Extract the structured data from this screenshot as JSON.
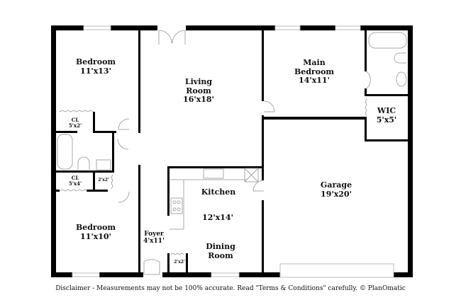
{
  "floorplan": {
    "wall_color": "#000000",
    "fixture_color": "#aaaaaa",
    "window_color": "#cccccc",
    "rooms": [
      {
        "id": "bedroom-1",
        "name": "Bedroom",
        "size": "11'x13'"
      },
      {
        "id": "living-room",
        "name": "Living Room",
        "name_lines": [
          "Living",
          "Room"
        ],
        "size": "16'x18'"
      },
      {
        "id": "main-bedroom",
        "name": "Main Bedroom",
        "name_lines": [
          "Main",
          "Bedroom"
        ],
        "size": "14'x11'"
      },
      {
        "id": "wic",
        "name": "WIC",
        "size": "5'x5'"
      },
      {
        "id": "closet-1",
        "name": "CL",
        "size": "5'x2'"
      },
      {
        "id": "closet-2",
        "name": "CL",
        "size": "5'x4'"
      },
      {
        "id": "linen-closet",
        "name": "",
        "size": "2'x2'"
      },
      {
        "id": "kitchen",
        "name": "Kitchen",
        "size": "12'x14'"
      },
      {
        "id": "garage",
        "name": "Garage",
        "size": "19'x20'"
      },
      {
        "id": "bedroom-2",
        "name": "Bedroom",
        "size": "11'x10'"
      },
      {
        "id": "foyer",
        "name": "Foyer",
        "size": "4'x11'"
      },
      {
        "id": "pantry",
        "name": "",
        "size": "2'x2'"
      },
      {
        "id": "dining-room",
        "name": "Dining Room",
        "name_lines": [
          "Dining",
          "Room"
        ],
        "size": ""
      }
    ]
  },
  "disclaimer": "Disclaimer - Measurements may not be 100% accurate. Read \"Terms & Conditions\" carefully. © PlanOmatic"
}
